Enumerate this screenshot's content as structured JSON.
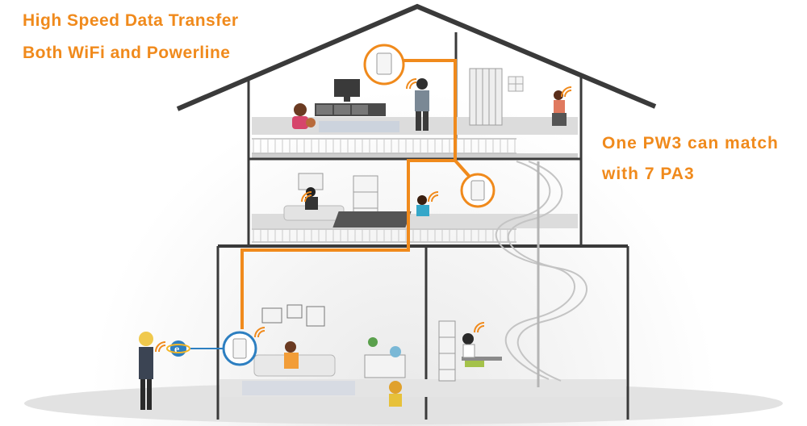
{
  "headline": {
    "line1": "High Speed Data Transfer",
    "line2": "Both WiFi and Powerline"
  },
  "note": {
    "line1": "One PW3 can match",
    "line2": "with 7 PA3"
  },
  "colors": {
    "accent": "#f08a1c",
    "wall": "#3a3a3a",
    "floor": "#dcdcdc",
    "link_blue": "#2d7fc1"
  },
  "icons": [
    "wifi-icon",
    "powerline-adapter-icon",
    "internet-explorer-icon"
  ]
}
